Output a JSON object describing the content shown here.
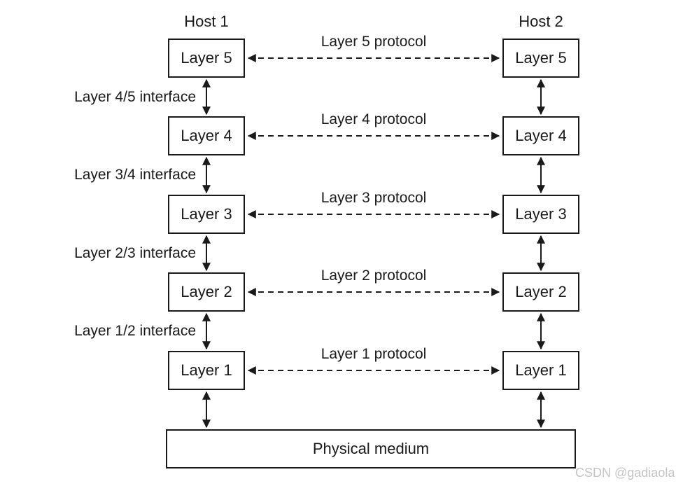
{
  "hosts": [
    {
      "title": "Host 1",
      "layers": [
        "Layer 5",
        "Layer 4",
        "Layer 3",
        "Layer 2",
        "Layer 1"
      ]
    },
    {
      "title": "Host 2",
      "layers": [
        "Layer 5",
        "Layer 4",
        "Layer 3",
        "Layer 2",
        "Layer 1"
      ]
    }
  ],
  "protocols": [
    "Layer 5 protocol",
    "Layer 4 protocol",
    "Layer 3 protocol",
    "Layer 2 protocol",
    "Layer 1 protocol"
  ],
  "interfaces": [
    "Layer 4/5 interface",
    "Layer 3/4 interface",
    "Layer 2/3 interface",
    "Layer 1/2 interface"
  ],
  "physical_medium": "Physical medium",
  "watermark": "CSDN @gadiaola",
  "colors": {
    "line": "#1a1a1a",
    "background": "#ffffff",
    "watermark": "#c4c4c4"
  }
}
